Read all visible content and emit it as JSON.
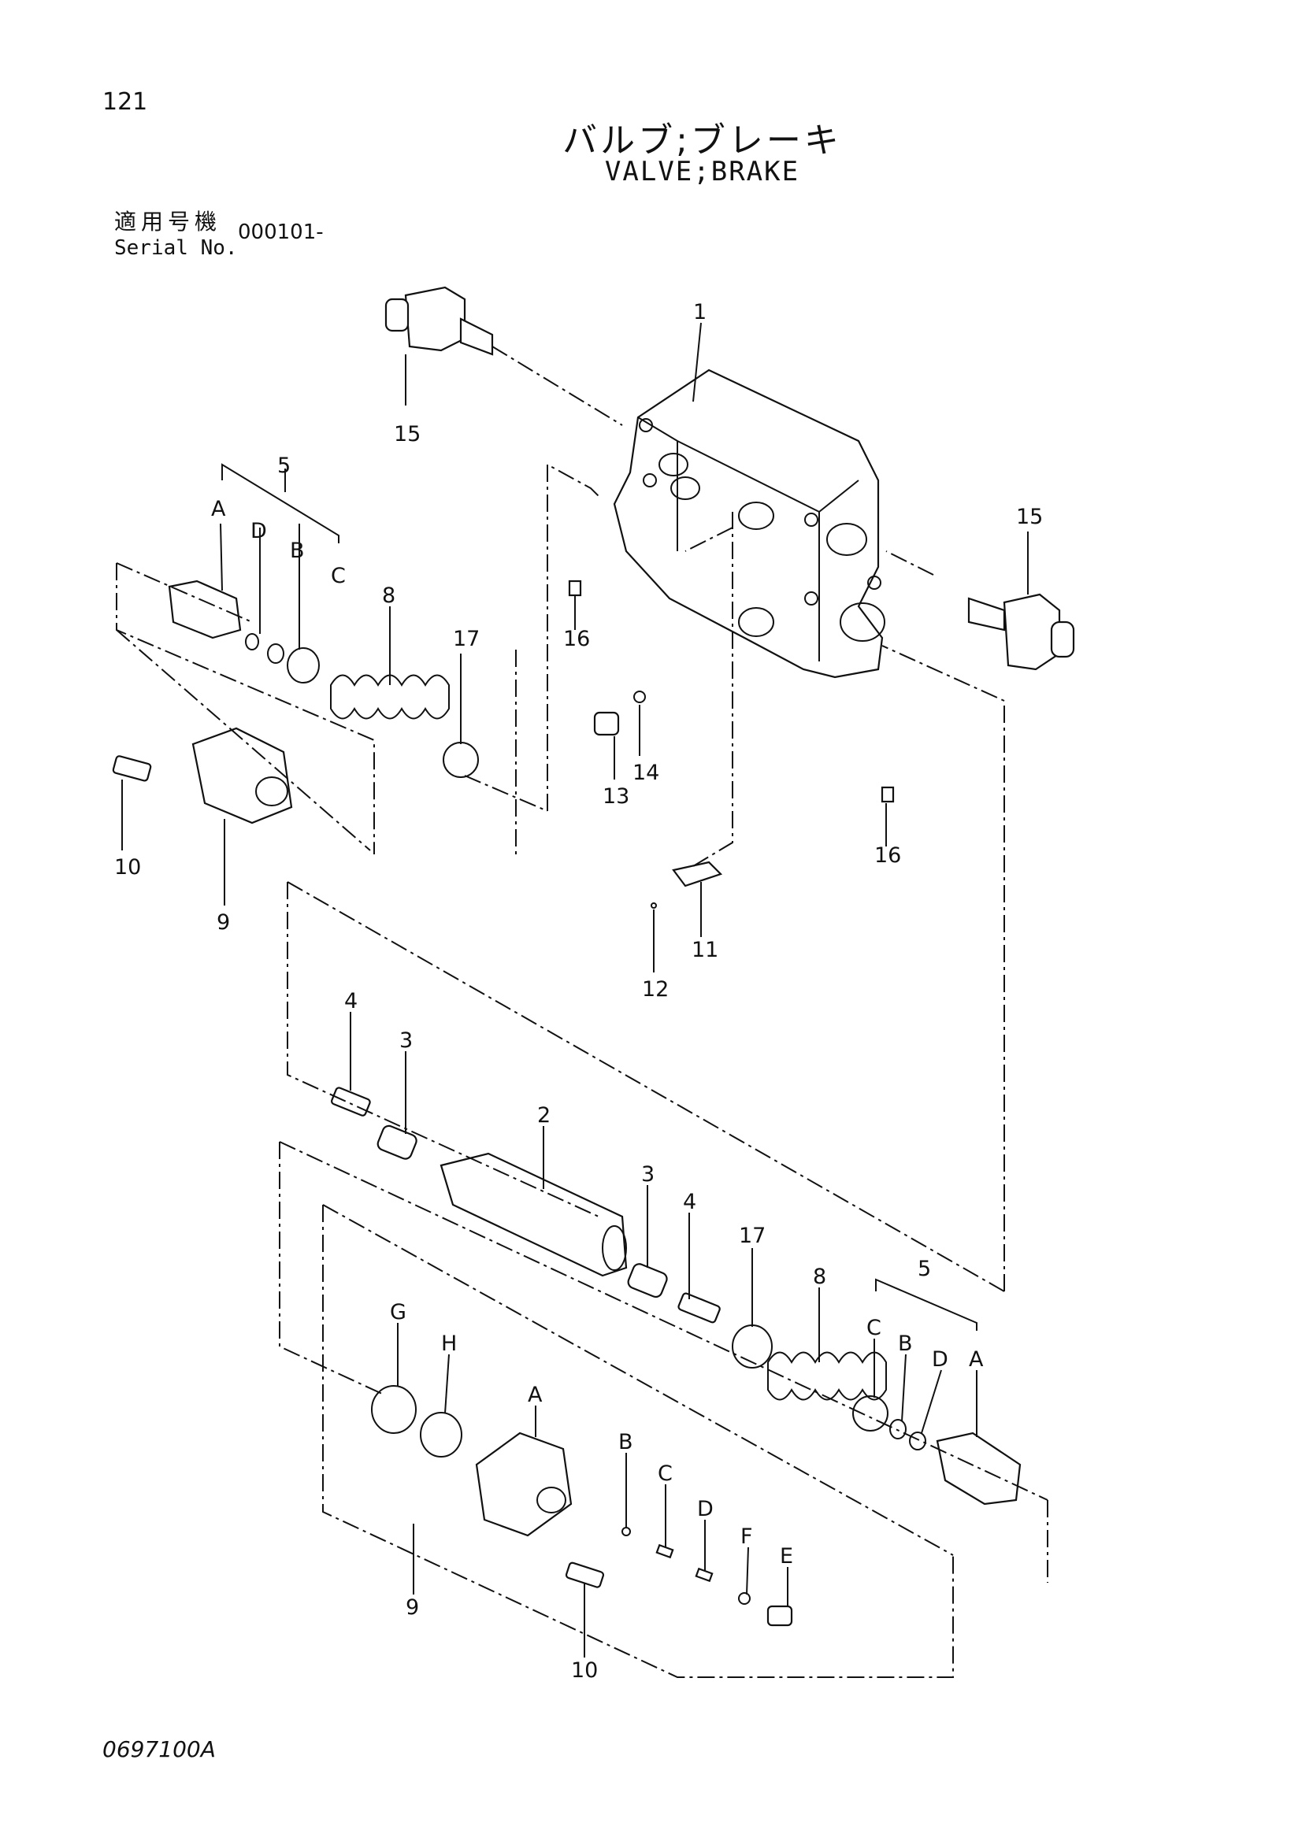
{
  "header": {
    "page_number": "121",
    "title_jp": "バルブ;ブレーキ",
    "title_en": "VALVE;BRAKE",
    "serial_label_jp": "適用号機",
    "serial_label_en": "Serial No.",
    "serial_value": "000101-"
  },
  "footer": {
    "code": "0697100A"
  },
  "callouts": {
    "c1": "1",
    "c15a": "15",
    "c15b": "15",
    "c5a": "5",
    "c5b": "5",
    "cA1": "A",
    "cD1": "D",
    "cB1": "B",
    "cC1": "C",
    "c8a": "8",
    "c17a": "17",
    "c16a": "16",
    "c16b": "16",
    "c13": "13",
    "c14": "14",
    "c10a": "10",
    "c9a": "9",
    "c11": "11",
    "c12": "12",
    "c4a": "4",
    "c3a": "3",
    "c2": "2",
    "c3b": "3",
    "c4b": "4",
    "c17b": "17",
    "c8b": "8",
    "cC2": "C",
    "cB2": "B",
    "cD2": "D",
    "cA2": "A",
    "cG": "G",
    "cH": "H",
    "cA3": "A",
    "cB3": "B",
    "cC3": "C",
    "cD3": "D",
    "cF": "F",
    "cE": "E",
    "c9b": "9",
    "c10b": "10"
  }
}
